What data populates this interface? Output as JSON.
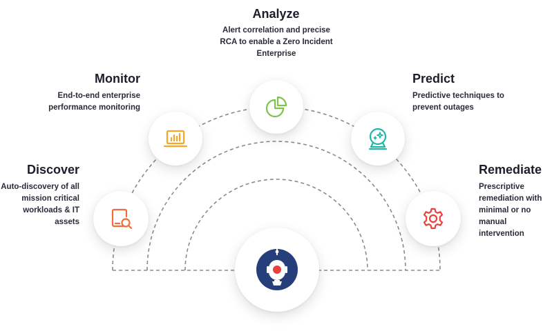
{
  "stages": {
    "analyze": {
      "title": "Analyze",
      "description": "Alert correlation and precise RCA to enable a Zero Incident Enterprise",
      "icon": "pie-chart-icon",
      "color": "#7cc24b"
    },
    "monitor": {
      "title": "Monitor",
      "description": "End-to-end enterprise performance monitoring",
      "icon": "laptop-chart-icon",
      "color": "#f5a623"
    },
    "predict": {
      "title": "Predict",
      "description": "Predictive techniques to prevent outages",
      "icon": "crystal-ball-icon",
      "color": "#1fb5a9"
    },
    "discover": {
      "title": "Discover",
      "description": "Auto-discovery of all mission critical workloads & IT assets",
      "icon": "tablet-search-icon",
      "color": "#f26b3a"
    },
    "remediate": {
      "title": "Remediate",
      "description": "Prescriptive remediation with minimal or no manual intervention",
      "icon": "gear-icon",
      "color": "#e8413c"
    }
  },
  "center": {
    "icon": "robot-icon",
    "color": "#263e7a",
    "accent": "#e8413c"
  }
}
